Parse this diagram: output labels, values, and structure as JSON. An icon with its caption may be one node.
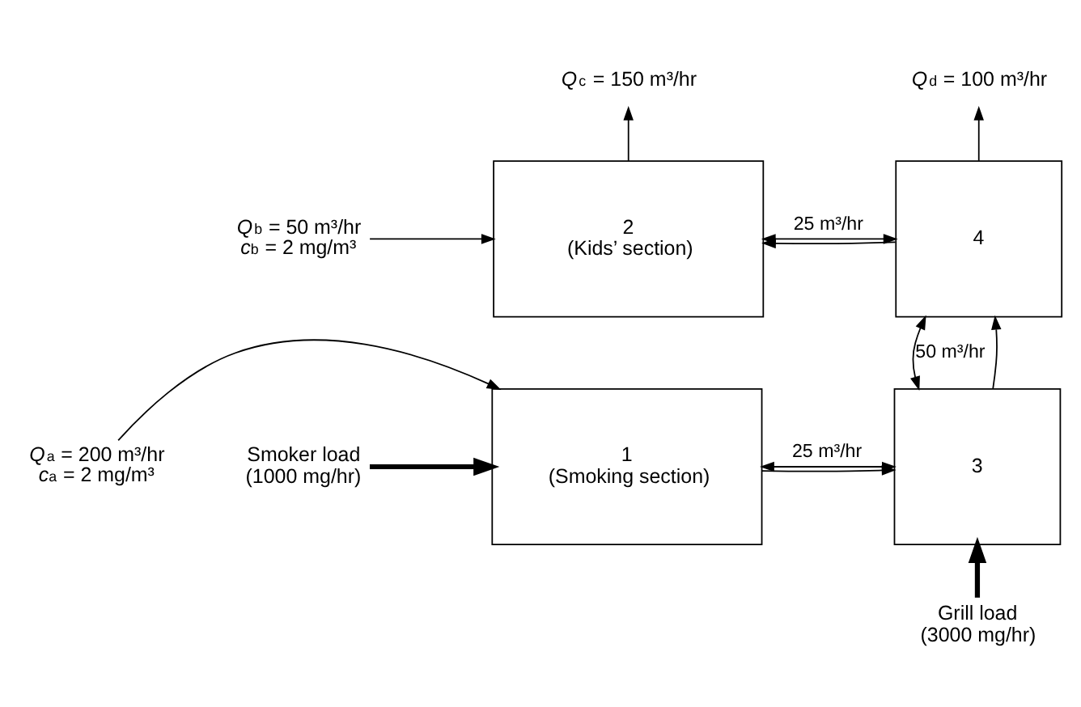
{
  "diagram": {
    "nodes": [
      {
        "text": [
          "*Q*$_{c}$ = 150 m³/hr"
        ]
      },
      {
        "text": [
          "*Q*$_{d}$ = 100 m³/hr"
        ]
      },
      {
        "text": [
          "*Q*$_{b}$ = 50 m³/hr",
          "*c*$_{b}$ = 2 mg/m³"
        ]
      },
      {
        "text": [
          "2",
          "(Kids’ section)"
        ]
      },
      {
        "text": [
          "4"
        ]
      },
      {
        "text": [
          "*Q*$_{a}$ = 200 m³/hr",
          "*c*$_{a}$ = 2 mg/m³"
        ]
      },
      {
        "text": [
          "1",
          "(Smoking section)"
        ]
      },
      {
        "text": [
          "3"
        ]
      },
      {
        "text": [
          "Smoker load",
          "(1000 mg/hr)"
        ]
      },
      {
        "text": [
          "Grill load",
          "(3000 mg/hr)"
        ]
      }
    ],
    "edges": [
      {
        "from": 2,
        "to": 3,
        "arrow": "to"
      },
      {
        "from": 3,
        "to": 0,
        "arrow": "to"
      },
      {
        "from": 3,
        "to": 4,
        "arrow": "both",
        "label": "25 m³/hr"
      },
      {
        "from": 4,
        "to": 3,
        "arrow": "to"
      },
      {
        "from": 4,
        "to": 1,
        "arrow": "to"
      },
      {
        "from": 7,
        "to": 4,
        "arrow": "both",
        "label": "50 m³/hr"
      },
      {
        "from": 7,
        "to": 4,
        "arrow": "to"
      },
      {
        "from": 5,
        "to": 6,
        "arrow": "to"
      },
      {
        "from": 6,
        "to": 7,
        "arrow": "both",
        "label": "25 m³/hr"
      },
      {
        "from": 6,
        "to": 7,
        "arrow": "to"
      },
      {
        "from": 8,
        "to": 6,
        "arrow": "to",
        "style": "thick"
      },
      {
        "from": 9,
        "to": 7,
        "arrow": "to",
        "style": "thick"
      }
    ]
  }
}
